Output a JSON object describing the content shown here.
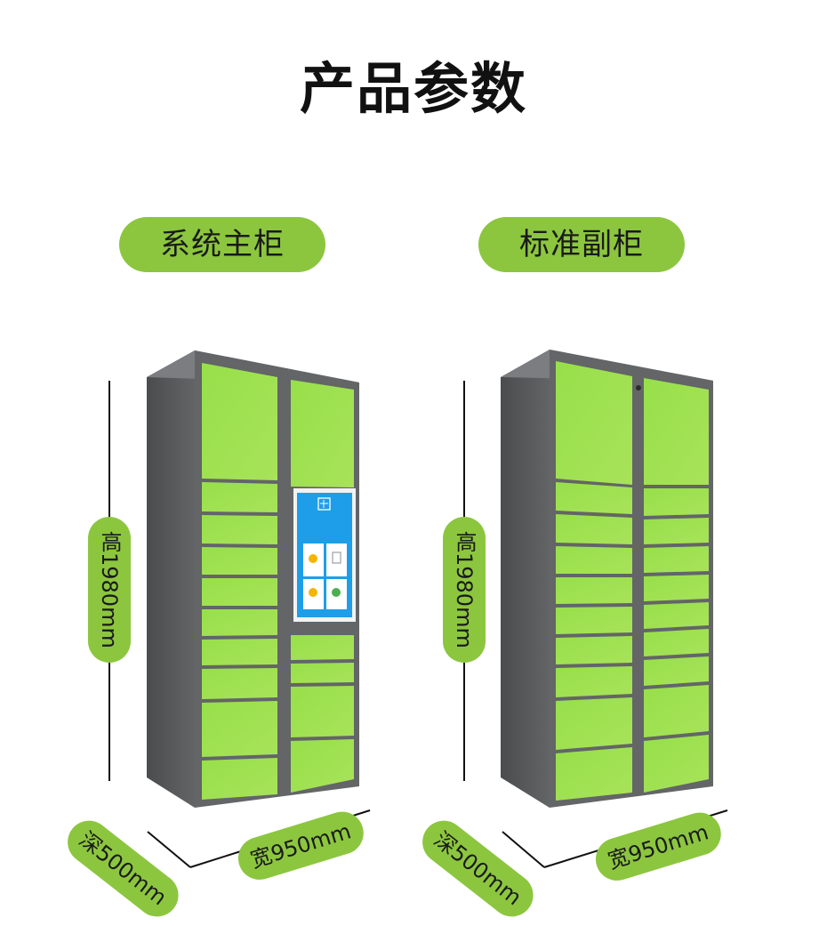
{
  "title": "产品参数",
  "cabinets": [
    {
      "label": "系统主柜",
      "height": "高1980mm",
      "depth": "深500mm",
      "width": "宽950mm"
    },
    {
      "label": "标准副柜",
      "height": "高1980mm",
      "depth": "深500mm",
      "width": "宽950mm"
    }
  ],
  "colors": {
    "accent": "#8cc63f",
    "door": "#8fdc3f",
    "frame": "#5f6163",
    "screen": "#1e9ee8"
  }
}
